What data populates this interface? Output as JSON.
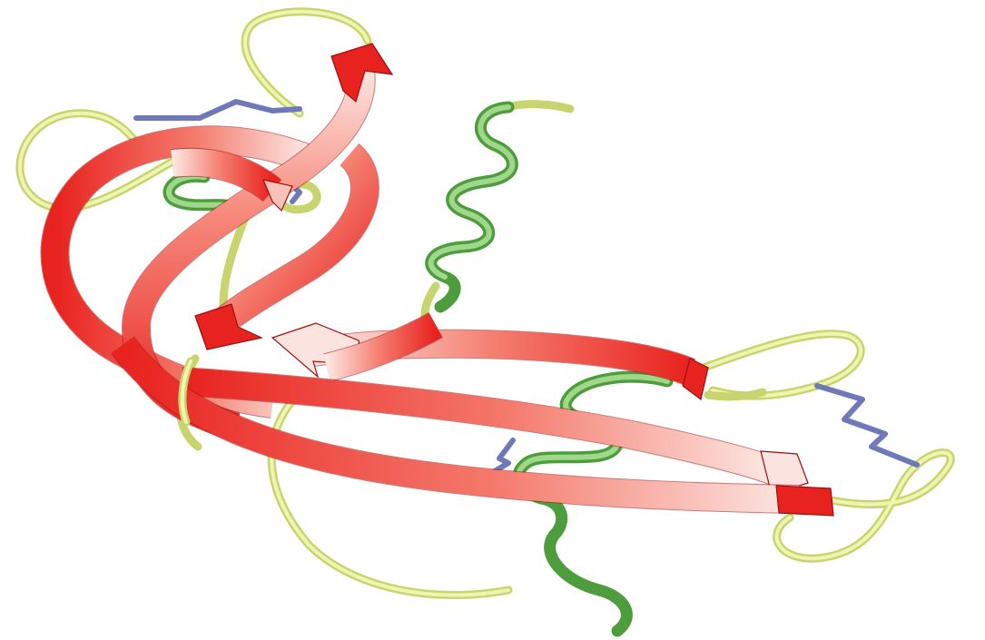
{
  "figure": {
    "type": "protein ribbon diagram",
    "structure_elements": [
      {
        "kind": "beta-strand",
        "icon": "arrow-ribbon",
        "color": "#e8221f"
      },
      {
        "kind": "alpha-helix",
        "icon": "helix-ribbon",
        "color": "#4e9d3c"
      },
      {
        "kind": "coil",
        "icon": "tube",
        "color": "#c8d56e"
      },
      {
        "kind": "disulfide-bond",
        "icon": "zigzag",
        "color": "#6f78b8"
      }
    ],
    "strand_count": 6,
    "helix_count": 3
  },
  "colors": {
    "background": "#ffffff",
    "strand_dark": "#e8221f",
    "strand_light": "#fbe3df",
    "helix": "#4e9d3c",
    "coil": "#c8d56e",
    "bond": "#6f78b8"
  }
}
